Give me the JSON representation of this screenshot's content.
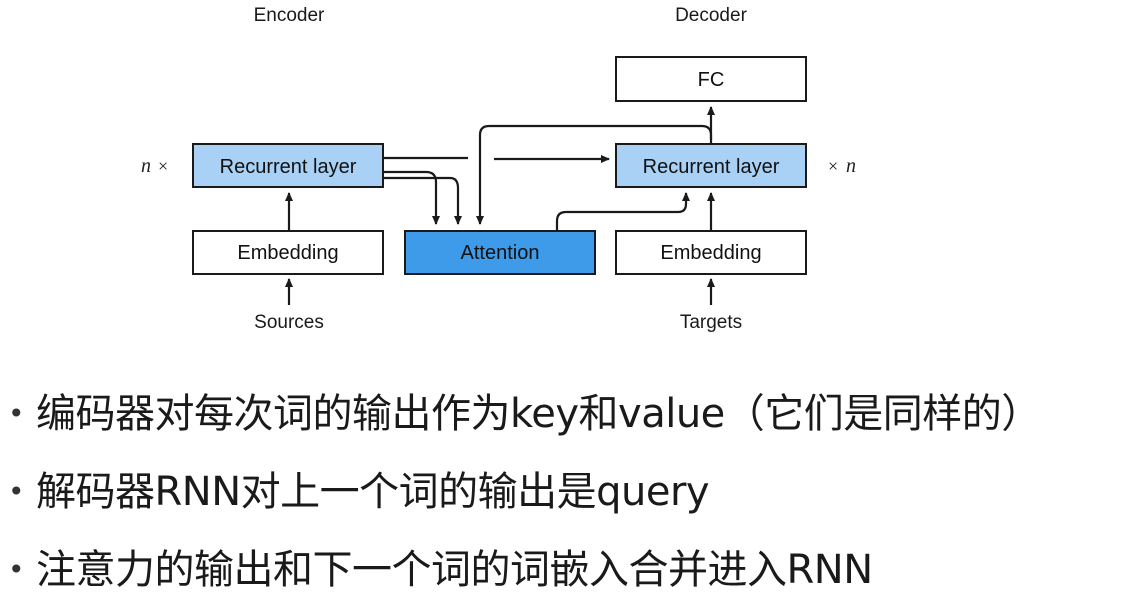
{
  "diagram": {
    "encoder_label": "Encoder",
    "decoder_label": "Decoder",
    "fc_label": "FC",
    "encoder_recurrent_label": "Recurrent layer",
    "decoder_recurrent_label": "Recurrent layer",
    "encoder_embedding_label": "Embedding",
    "decoder_embedding_label": "Embedding",
    "attention_label": "Attention",
    "sources_label": "Sources",
    "targets_label": "Targets",
    "n_left": "n",
    "times_left": "×",
    "times_right": "×",
    "n_right": "n",
    "colors": {
      "recurrent_fill": "#a9d0f5",
      "attention_fill": "#3d9be9",
      "plain_fill": "#ffffff",
      "stroke": "#1a1a1a"
    }
  },
  "bullets": [
    "编码器对每次词的输出作为key和value（它们是同样的）",
    "解码器RNN对上一个词的输出是query",
    "注意力的输出和下一个词的词嵌入合并进入RNN"
  ]
}
